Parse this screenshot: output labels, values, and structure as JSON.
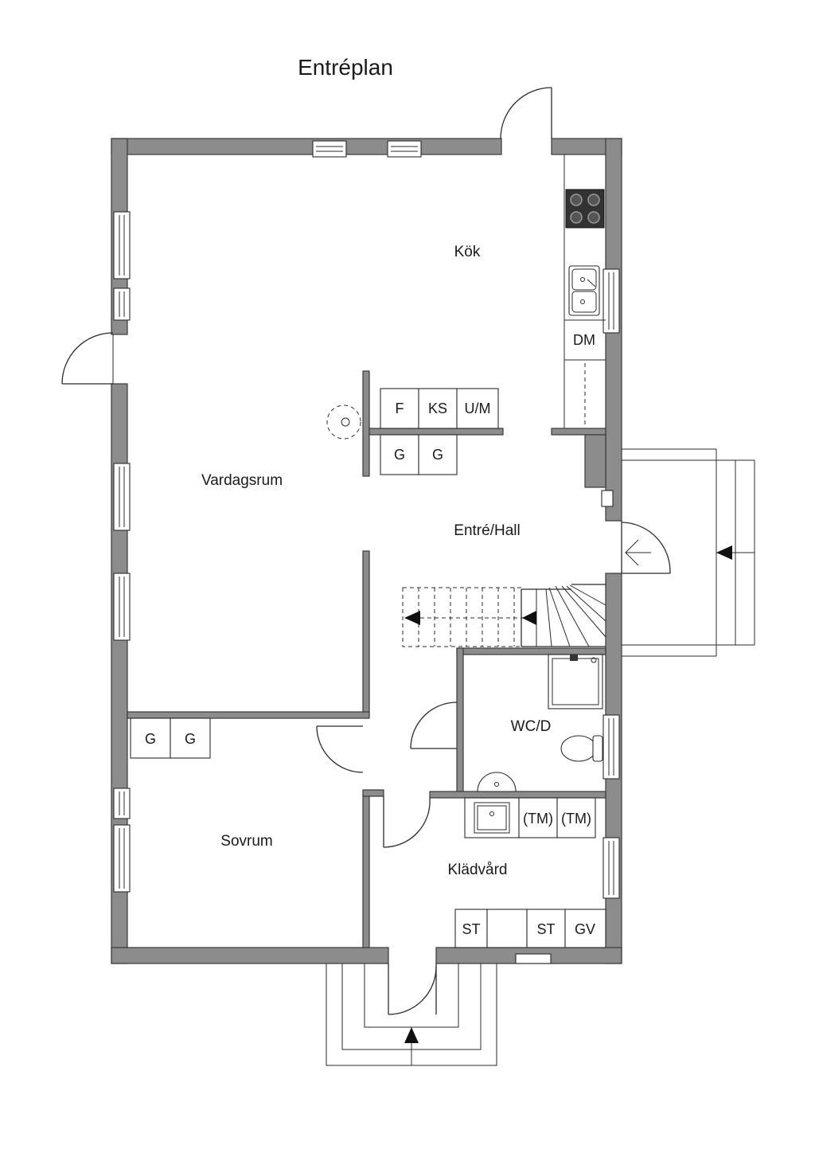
{
  "title": "Entréplan",
  "rooms": {
    "kok": "Kök",
    "vardagsrum": "Vardagsrum",
    "entre_hall": "Entré/Hall",
    "wc_d": "WC/D",
    "sovrum": "Sovrum",
    "kladvard": "Klädvård"
  },
  "fixtures": {
    "dm": "DM",
    "f": "F",
    "ks": "KS",
    "um": "U/M",
    "g1": "G",
    "g2": "G",
    "g3": "G",
    "g4": "G",
    "tm1": "(TM)",
    "tm2": "(TM)",
    "st1": "ST",
    "st2": "ST",
    "gv": "GV"
  },
  "colors": {
    "wall": "#8c8c8c",
    "line": "#2b2b2b",
    "background": "#ffffff"
  }
}
